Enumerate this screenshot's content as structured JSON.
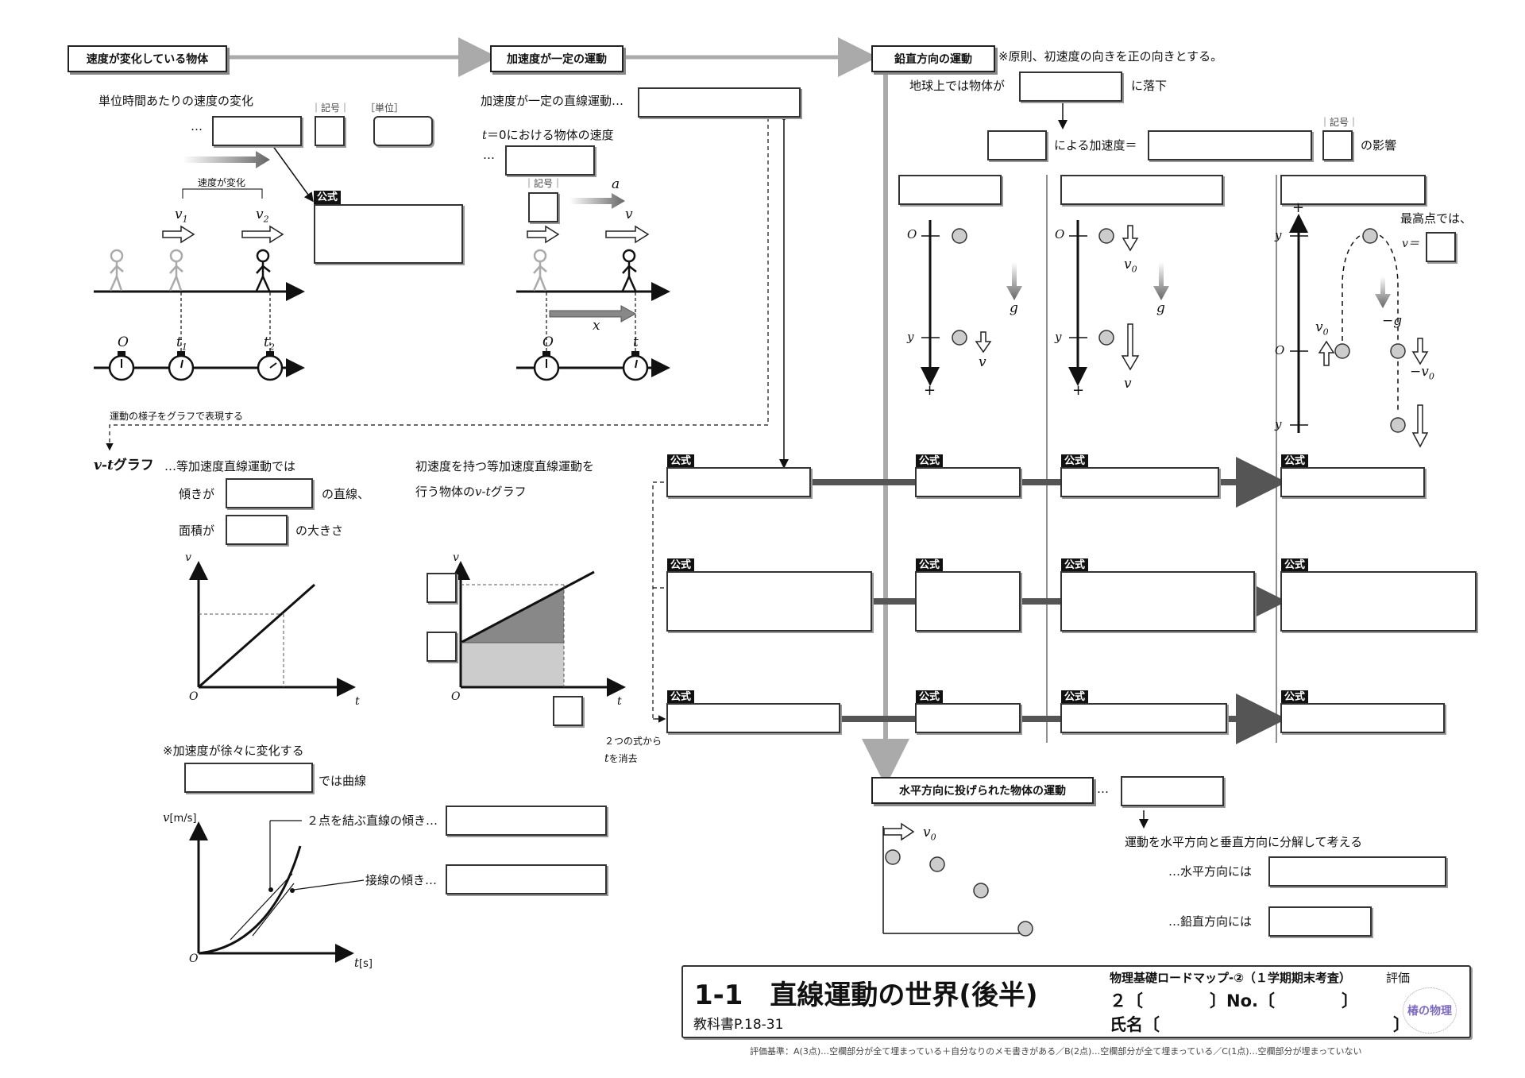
{
  "headers": {
    "h1": "速度が変化している物体",
    "h2": "加速度が一定の運動",
    "h3": "鉛直方向の運動",
    "h3_note": "※原則、初速度の向きを正の向きとする。",
    "h4": "水平方向に投げられた物体の運動"
  },
  "section1": {
    "desc": "単位時間あたりの速度の変化",
    "ellipsis": "…",
    "label_symbol": "｜記号｜",
    "label_unit": "［単位］",
    "speed_change": "速度が変化",
    "v1": "v",
    "v1_sub": "1",
    "v2": "v",
    "v2_sub": "2",
    "t_o": "O",
    "t1": "t",
    "t1_sub": "1",
    "t2": "t",
    "t2_sub": "2",
    "formula_label": "公式",
    "graph_note": "運動の様子をグラフで表現する"
  },
  "section2": {
    "line1": "加速度が一定の直線運動…",
    "line2_prefix": "t",
    "line2": "＝0における物体の速度",
    "ellipsis": "…",
    "label_symbol": "｜記号｜",
    "a": "a",
    "v": "v",
    "x": "x",
    "t_o": "O",
    "t_t": "t"
  },
  "vt": {
    "title_v": "v",
    "title_t": "-t",
    "title_rest": "グラフ",
    "desc": "…等加速度直線運動では",
    "slope_pre": "傾きが",
    "slope_post": "の直線、",
    "area_pre": "面積が",
    "area_post": "の大きさ",
    "axis_v": "v",
    "axis_t": "t",
    "axis_o": "O",
    "g2_line1": "初速度を持つ等加速度直線運動を",
    "g2_line2_pre": "行う物体の",
    "g2_line2_v": "v",
    "g2_line2_t": "-t",
    "g2_line2_post": "グラフ",
    "eliminate1": "２つの式から",
    "eliminate2_t": "t",
    "eliminate2": "を消去"
  },
  "curve": {
    "note": "※加速度が徐々に変化する",
    "note2": "では曲線",
    "axis_v": "v",
    "axis_v_unit": "[m/s]",
    "axis_t": "t",
    "axis_t_unit": "[s]",
    "axis_o": "O",
    "chord": "２点を結ぶ直線の傾き…",
    "tangent": "接線の傾き…"
  },
  "vertical": {
    "line1_pre": "地球上では物体が",
    "line1_post": "に落下",
    "line2": "による加速度＝",
    "label_symbol": "｜記号｜",
    "line2_post": "の影響",
    "o": "O",
    "y": "y",
    "plus": "+",
    "g": "g",
    "v": "v",
    "v0": "v",
    "v0_sub": "0",
    "neg_g": "−g",
    "neg_v0": "−v",
    "top_note": "最高点では、",
    "v_eq": "v＝"
  },
  "formula_label": "公式",
  "horizontal": {
    "ellipsis": "…",
    "decompose": "運動を水平方向と垂直方向に分解して考える",
    "horiz": "…水平方向には",
    "vert": "…鉛直方向には",
    "v0": "v",
    "v0_sub": "0"
  },
  "footer": {
    "title": "1-1　直線運動の世界(後半)",
    "textbook": "教科書P.18-31",
    "series": "物理基礎ロードマップ-②（１学期期末考査）",
    "eval": "評価",
    "class_line": "２〔　　　　〕No.〔　　　　〕",
    "name_line": "氏名〔　　　　　　　　　　　　　　〕",
    "logo": "椿の物理",
    "criteria": "評価基準：A(3点)…空欄部分が全て埋まっている＋自分なりのメモ書きがある／B(2点)…空欄部分が全て埋まっている／C(1点)…空欄部分が埋まっていない"
  },
  "colors": {
    "line_dark": "#555555",
    "grey_flow": "#aaaaaa",
    "shade_dark": "#888888",
    "shade_light": "#cccccc"
  }
}
